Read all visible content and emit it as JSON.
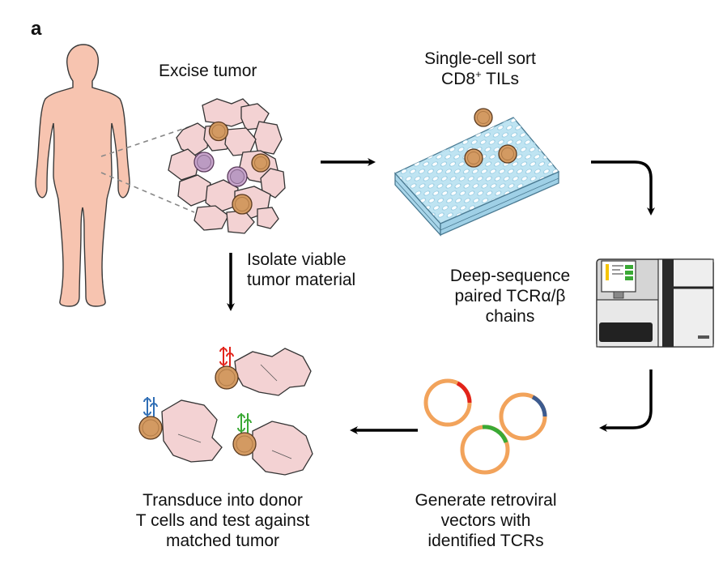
{
  "panel_label": "a",
  "steps": {
    "excise": "Excise tumor",
    "sort_line1": "Single-cell sort",
    "sort_line2_prefix": "CD8",
    "sort_line2_sup": "+",
    "sort_line2_suffix": " TILs",
    "isolate_line1": "Isolate viable",
    "isolate_line2": "tumor material",
    "deepseq_line1": "Deep-sequence",
    "deepseq_line2": "paired TCRα/β",
    "deepseq_line3": "chains",
    "generate_line1": "Generate retroviral",
    "generate_line2": "vectors with",
    "generate_line3": "identified TCRs",
    "transduce_line1": "Transduce into donor",
    "transduce_line2": "T cells and test against",
    "transduce_line3": "matched tumor"
  },
  "colors": {
    "skin": "#f7c4b0",
    "tumor_cell": "#f3d2d3",
    "t_cell": "#d39a62",
    "other_cell": "#c9a7cd",
    "plate": "#bfe4f2",
    "tcr_red": "#e2231a",
    "tcr_blue": "#2f6eb5",
    "tcr_green": "#3aa935",
    "vector_orange": "#f2a35b",
    "vector_navy": "#3d5b8f"
  }
}
